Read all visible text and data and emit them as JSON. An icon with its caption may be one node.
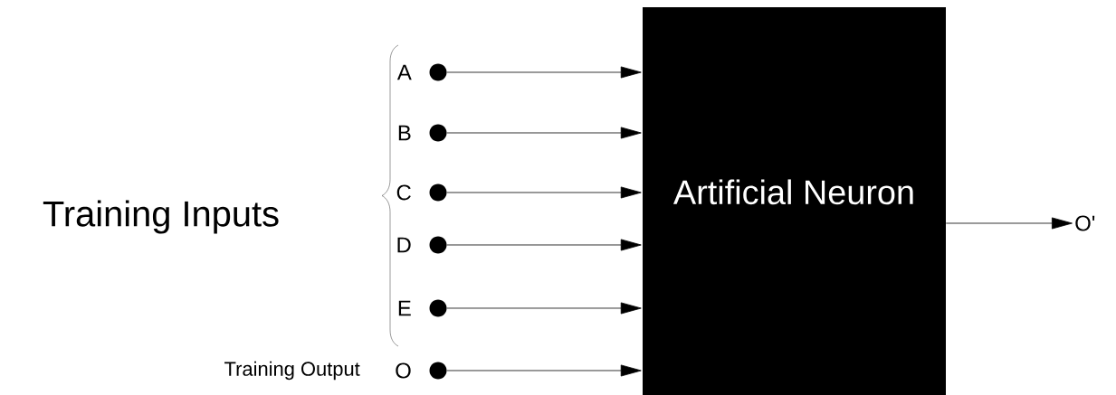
{
  "diagram": {
    "nodes": [
      {
        "text": [
          "Artificial Neuron"
        ]
      },
      {
        "text": [],
        "shape": "circle",
        "beside": [
          "A"
        ]
      },
      {
        "text": [],
        "shape": "circle",
        "beside": [
          "B"
        ]
      },
      {
        "text": [],
        "shape": "circle",
        "beside": [
          "C"
        ]
      },
      {
        "text": [],
        "shape": "circle",
        "beside": [
          "D"
        ]
      },
      {
        "text": [],
        "shape": "circle",
        "beside": [
          "E"
        ]
      },
      {
        "text": [],
        "shape": "circle",
        "beside": [
          "O"
        ]
      },
      {
        "text": [
          "O'"
        ]
      }
    ],
    "edges": [
      {
        "from": 1,
        "to": 0,
        "arrow": "to"
      },
      {
        "from": 2,
        "to": 0,
        "arrow": "to"
      },
      {
        "from": 3,
        "to": 0,
        "arrow": "to"
      },
      {
        "from": 4,
        "to": 0,
        "arrow": "to"
      },
      {
        "from": 5,
        "to": 0,
        "arrow": "to"
      },
      {
        "from": 6,
        "to": 0,
        "arrow": "to"
      },
      {
        "from": 0,
        "to": 7,
        "arrow": "to"
      }
    ],
    "labels": [
      "Training Inputs",
      "Training Output"
    ]
  }
}
